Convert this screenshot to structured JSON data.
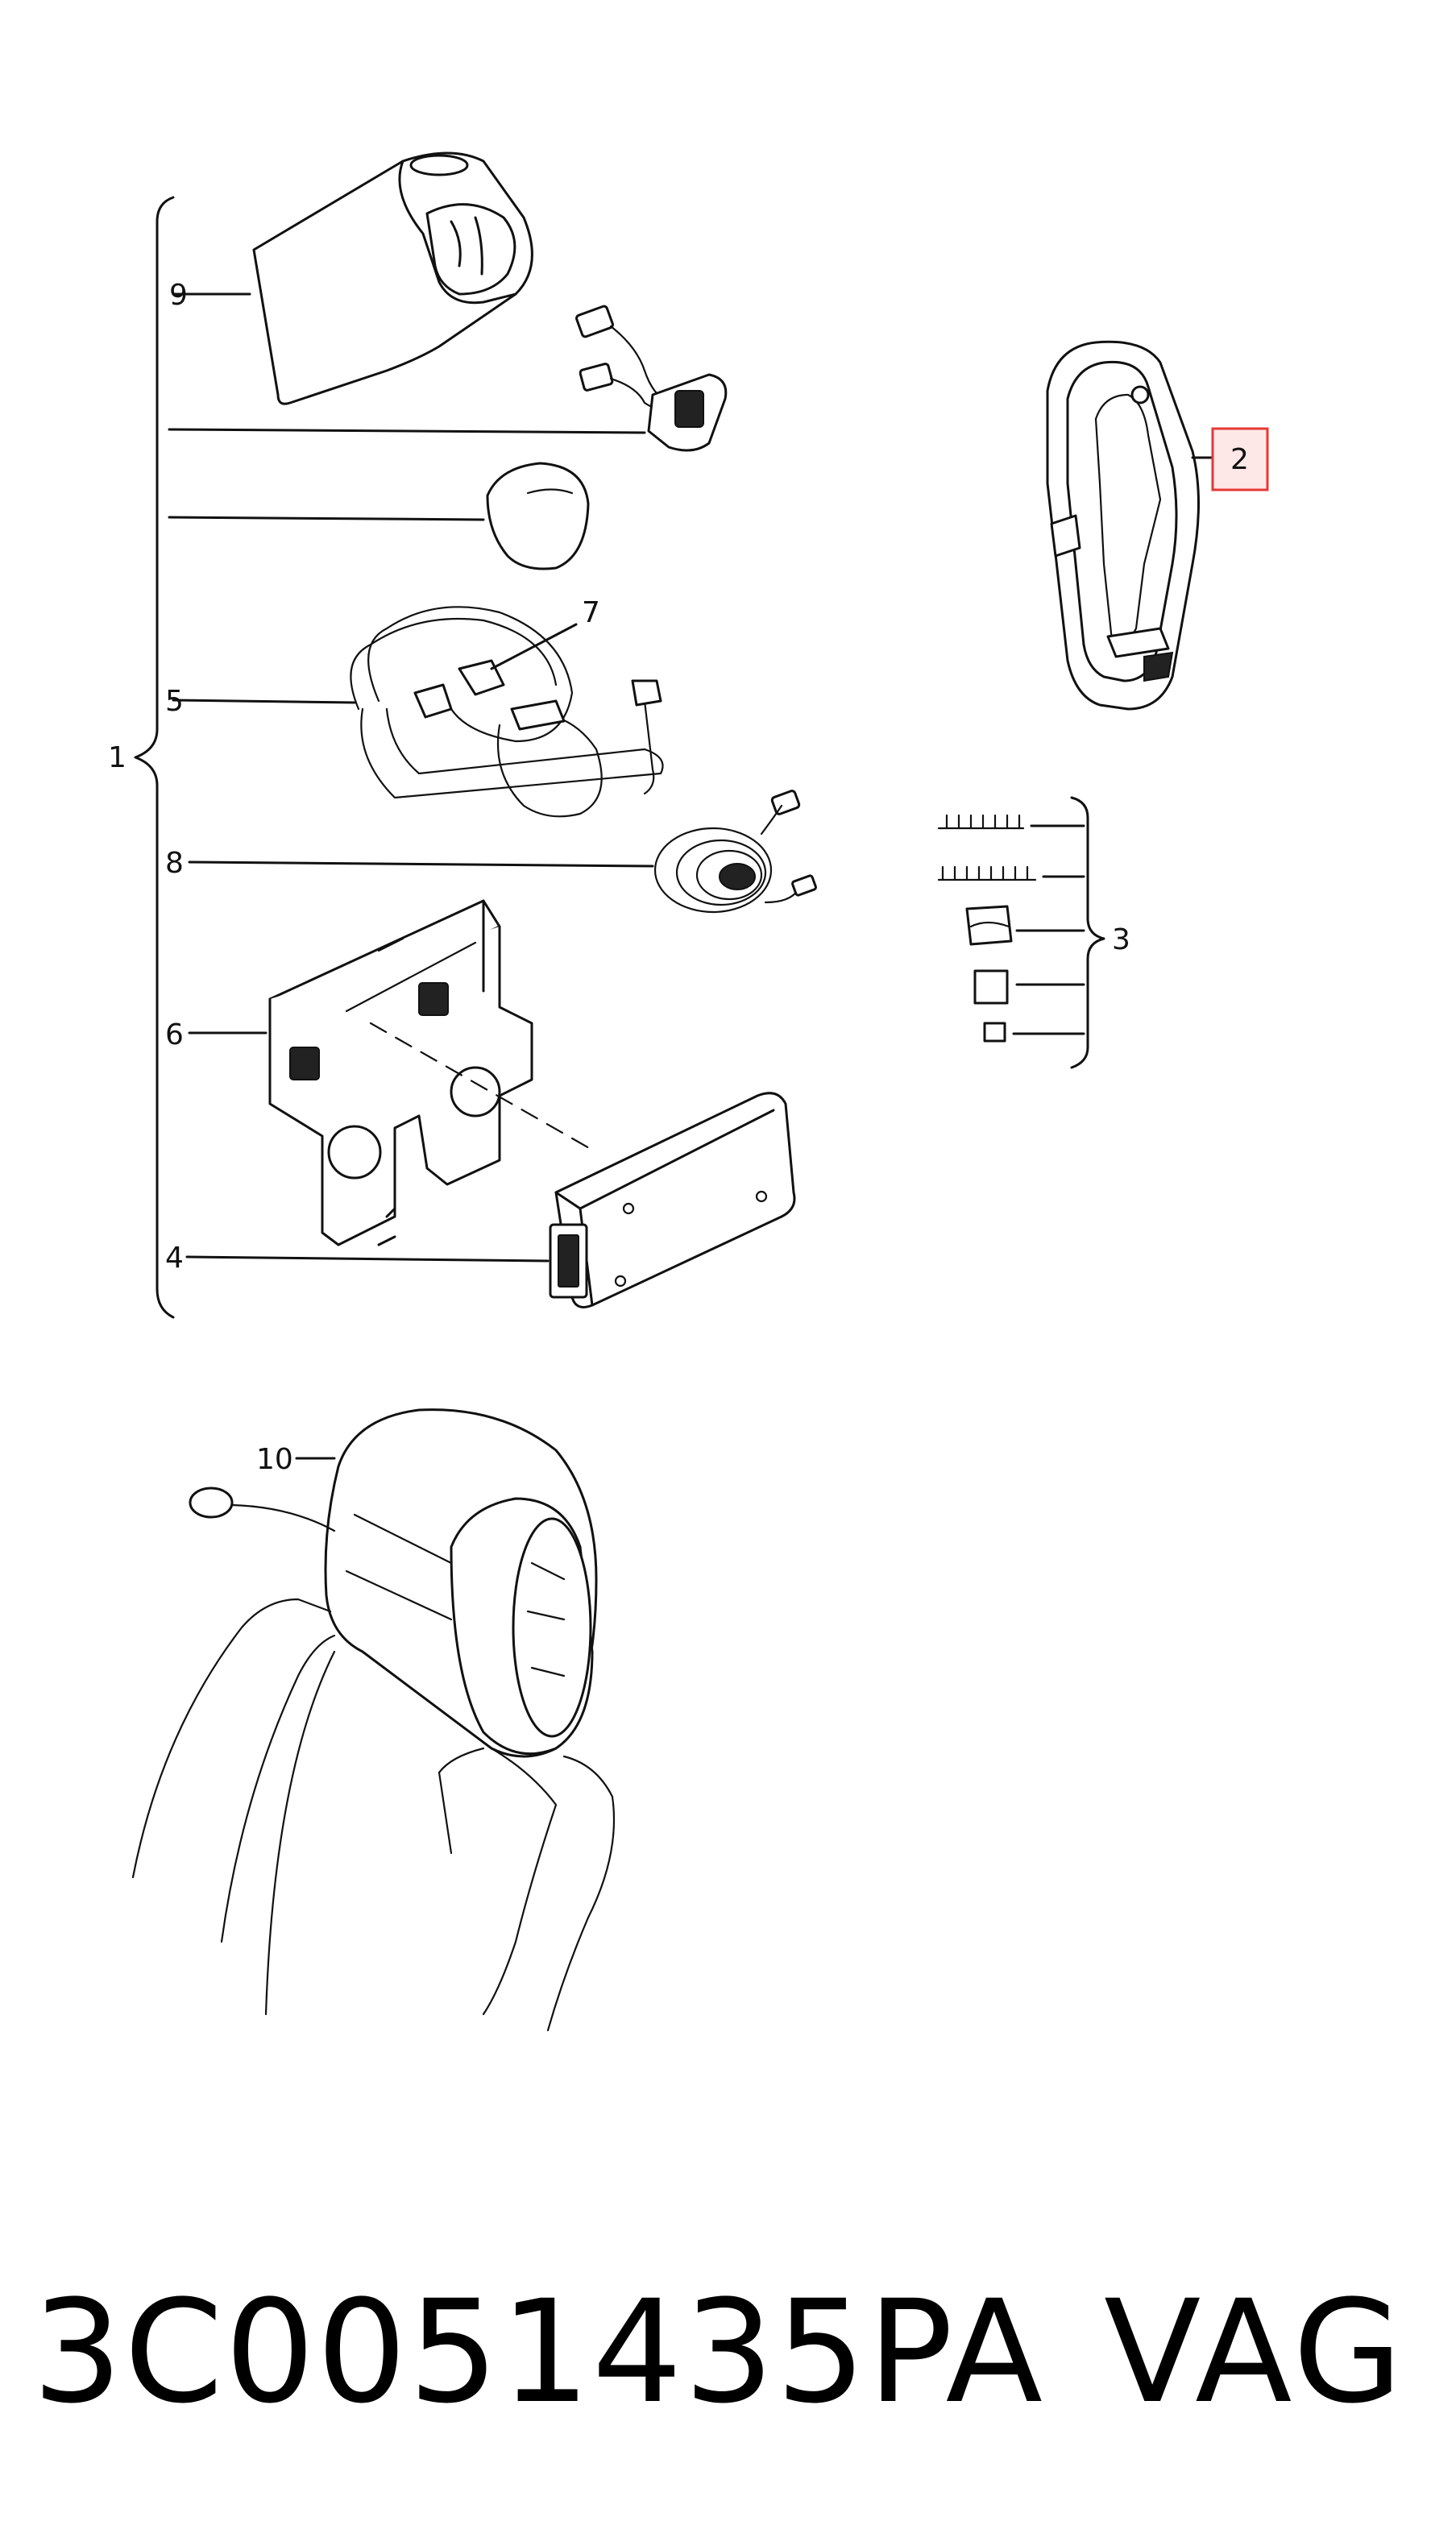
{
  "callouts": {
    "c1": "1",
    "c2": "2",
    "c3": "3",
    "c4": "4",
    "c5": "5",
    "c6": "6",
    "c7": "7",
    "c8": "8",
    "c9": "9",
    "c10": "10"
  },
  "highlight_color": "#e53935",
  "footer": {
    "part_number": "3C0051435PA",
    "brand": "VAG"
  }
}
